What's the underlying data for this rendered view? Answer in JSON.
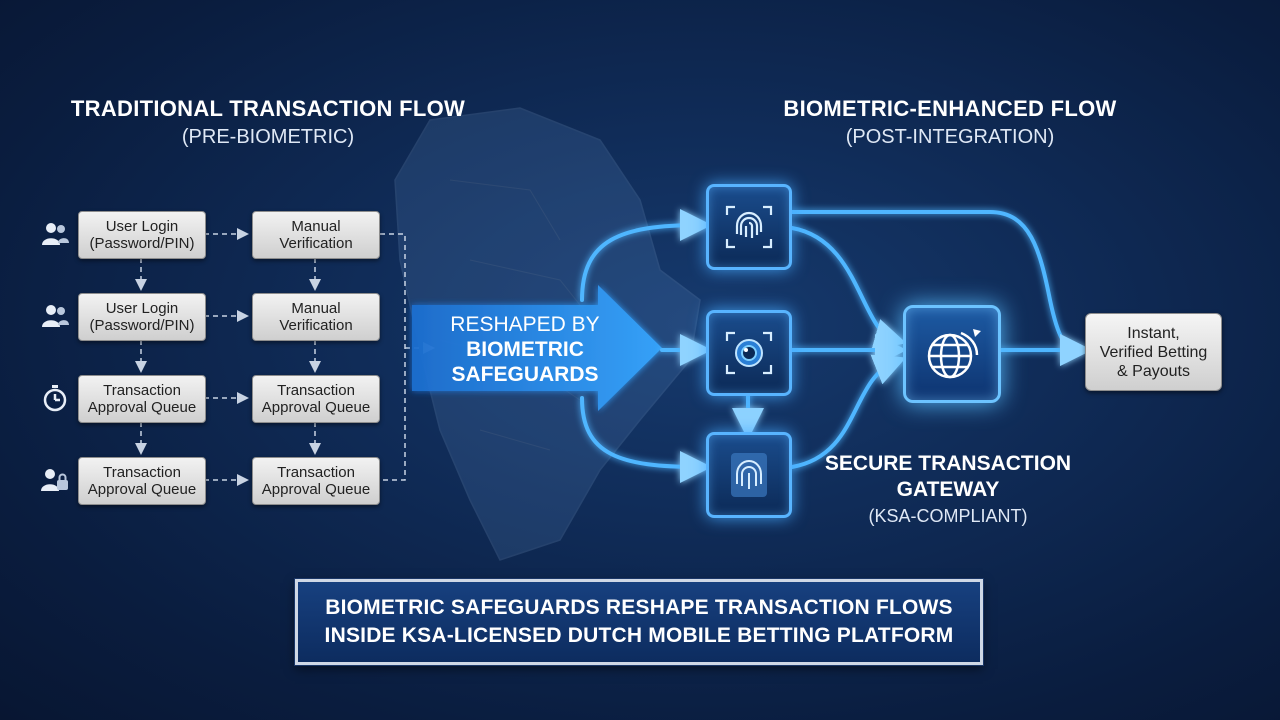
{
  "left_heading": {
    "title": "TRADITIONAL TRANSACTION FLOW",
    "subtitle": "(PRE-BIOMETRIC)"
  },
  "right_heading": {
    "title": "BIOMETRIC-ENHANCED FLOW",
    "subtitle": "(POST-INTEGRATION)"
  },
  "traditional_rows": [
    {
      "icon": "users-icon",
      "left": [
        "User Login",
        "(Password/PIN)"
      ],
      "right": [
        "Manual",
        "Verification"
      ]
    },
    {
      "icon": "users-icon",
      "left": [
        "User Login",
        "(Password/PIN)"
      ],
      "right": [
        "Manual",
        "Verification"
      ]
    },
    {
      "icon": "stopwatch-icon",
      "left": [
        "Transaction",
        "Approval Queue"
      ],
      "right": [
        "Transaction",
        "Approval Queue"
      ]
    },
    {
      "icon": "user-lock-icon",
      "left": [
        "Transaction",
        "Approval Queue"
      ],
      "right": [
        "Transaction",
        "Approval Queue"
      ]
    }
  ],
  "transition_arrow": {
    "line1": "RESHAPED BY",
    "line2": "BIOMETRIC",
    "line3": "SAFEGUARDS"
  },
  "biometric_icons": [
    "fingerprint-scan-icon",
    "eye-scan-icon",
    "palm-scan-icon"
  ],
  "gateway": {
    "icon": "globe-icon",
    "title_line1": "SECURE TRANSACTION",
    "title_line2": "GATEWAY",
    "subtitle": "(KSA-COMPLIANT)"
  },
  "output": {
    "line1": "Instant,",
    "line2": "Verified Betting",
    "line3": "& Payouts"
  },
  "banner": {
    "line1": "BIOMETRIC SAFEGUARDS RESHAPE TRANSACTION FLOWS",
    "line2": "INSIDE KSA-LICENSED DUTCH MOBILE BETTING PLATFORM"
  },
  "colors": {
    "glow": "#3fa9ff",
    "background": "#0f2a55",
    "box_gray": "#d9d9d9",
    "banner": "#17407f"
  }
}
